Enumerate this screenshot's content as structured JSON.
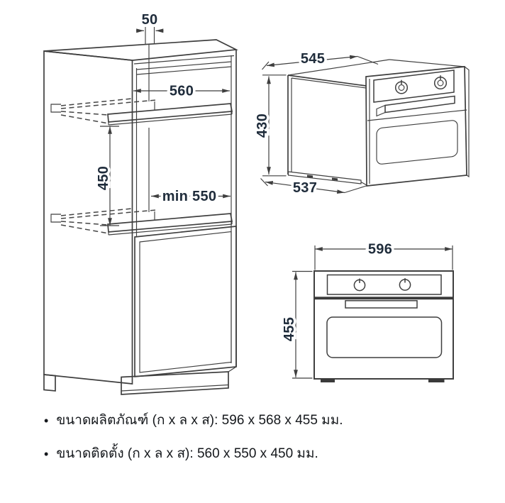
{
  "colors": {
    "background": "#ffffff",
    "line": "#3f3f3f",
    "dim_text": "#1f2c3b",
    "note_text": "#15181c"
  },
  "cabinet_view": {
    "dim_top_gap": "50",
    "dim_niche_width": "560",
    "dim_niche_height": "450",
    "dim_niche_depth": "min 550"
  },
  "oven_3d_view": {
    "dim_top_depth": "545",
    "dim_height": "430",
    "dim_bottom_depth": "537"
  },
  "oven_front_view": {
    "dim_width": "596",
    "dim_height": "455"
  },
  "notes": {
    "bullet_glyph": "•",
    "items": [
      "ขนาดผลิตภัณฑ์ (ก x ล x ส): 596 x 568 x 455 มม.",
      "ขนาดติดตั้ง (ก x ล x ส): 560 x 550 x 450 มม."
    ]
  }
}
